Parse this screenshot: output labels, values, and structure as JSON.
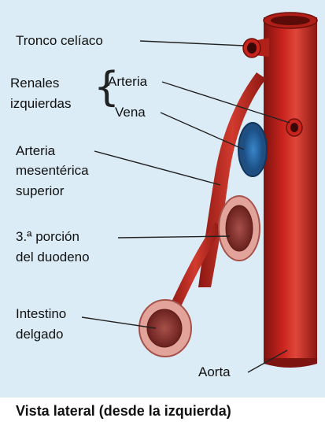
{
  "labels": {
    "tronco_celiaco": "Tronco celíaco",
    "renales_l1": "Renales",
    "renales_l2": "izquierdas",
    "arteria": "Arteria",
    "vena": "Vena",
    "ams_l1": "Arteria",
    "ams_l2": "mesentérica",
    "ams_l3": "superior",
    "duod_l1": "3.ª porción",
    "duod_l2": "del duodeno",
    "int_l1": "Intestino",
    "int_l2": "delgado",
    "aorta": "Aorta"
  },
  "caption": "Vista lateral (desde la izquierda)",
  "colors": {
    "background": "#dcecf6",
    "artery": "#c8231c",
    "vein": "#2f6ea8",
    "bowel_wall": "#e2a39a",
    "bowel_lumen": "#7a2a26"
  }
}
